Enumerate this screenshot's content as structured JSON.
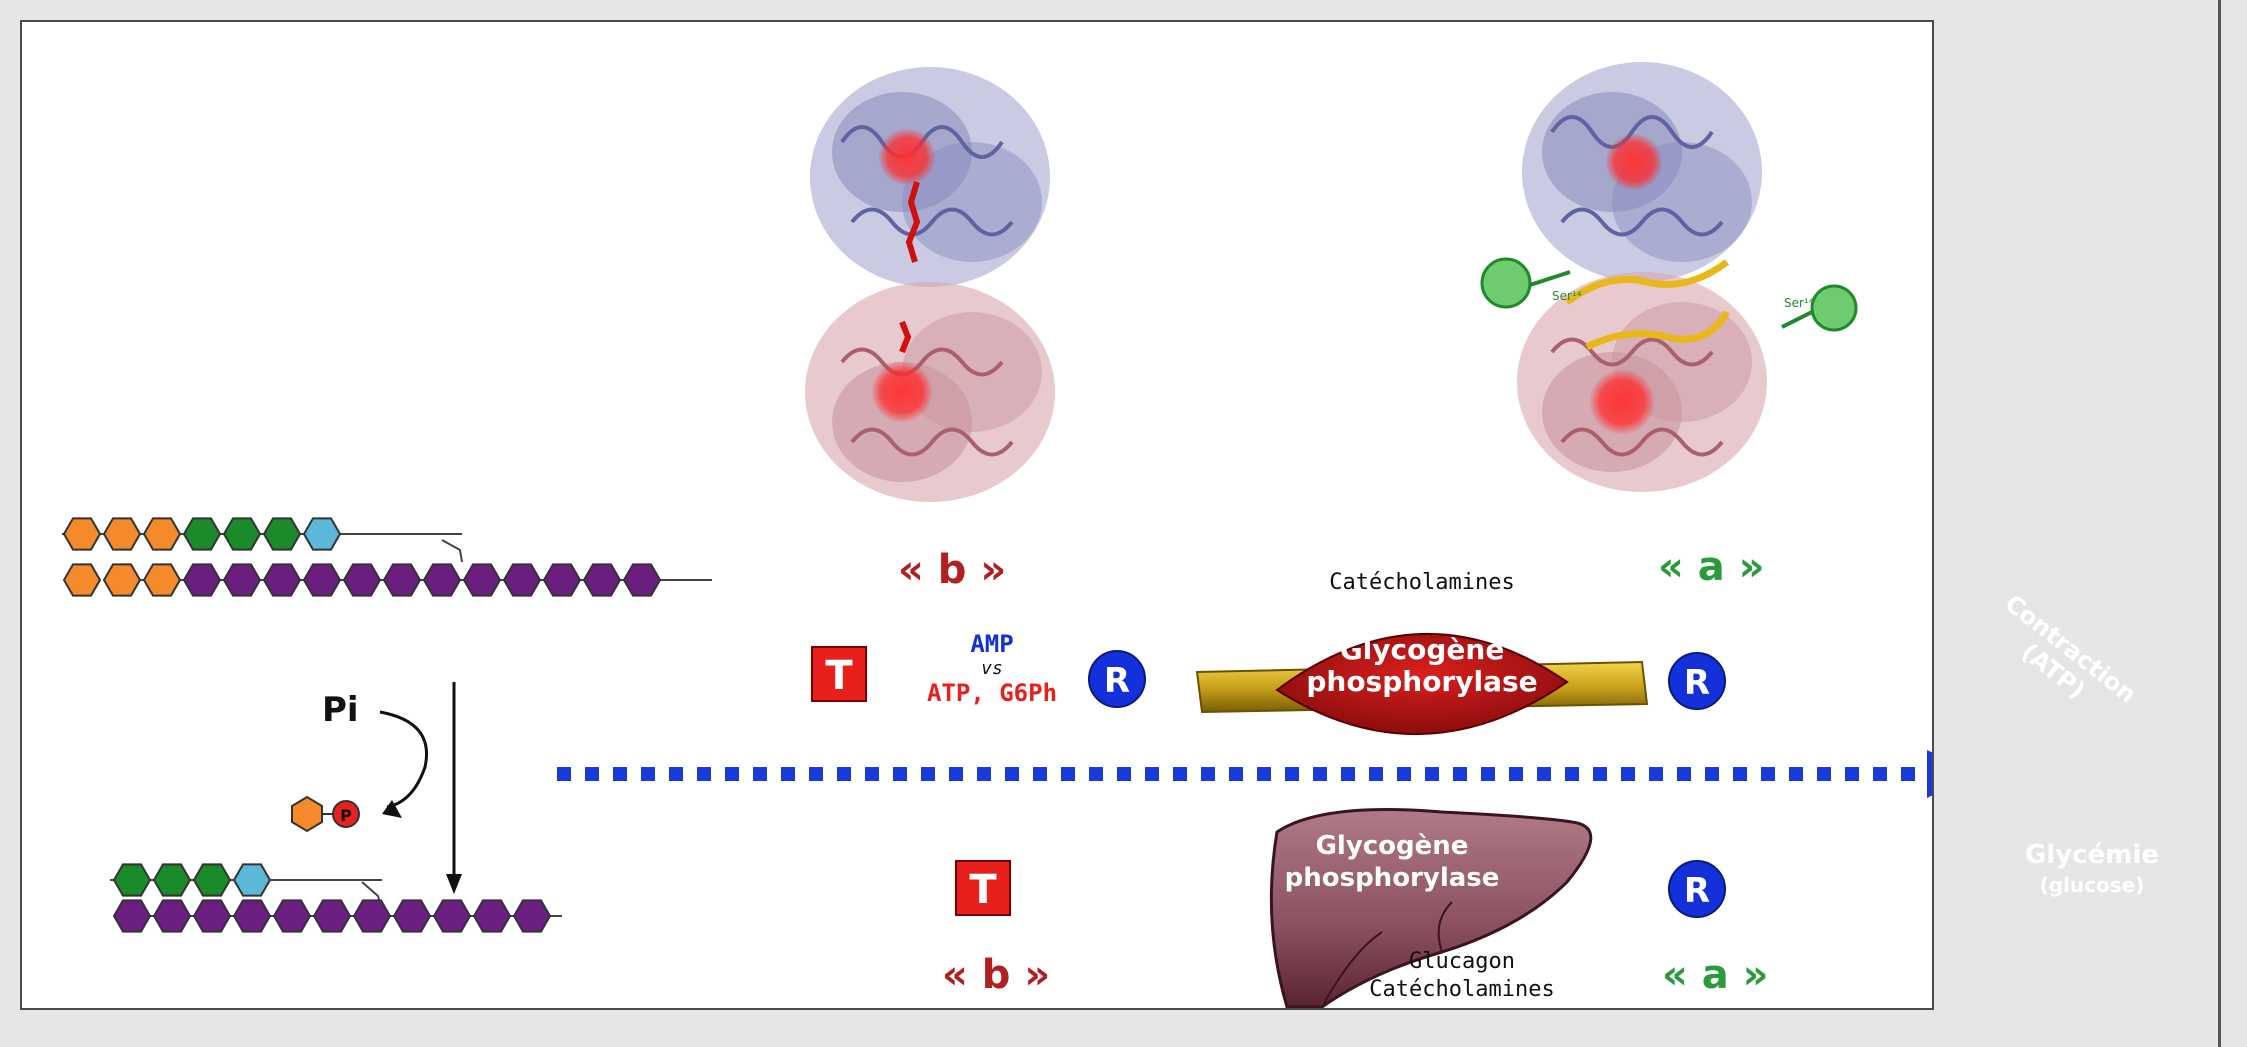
{
  "labels": {
    "b_top": "« b »",
    "a_top": "« a »",
    "b_bottom": "« b »",
    "a_bottom": "« a »",
    "T": "T",
    "R": "R",
    "pi": "Pi",
    "p": "P",
    "ser": "Ser¹⁴"
  },
  "effectors": {
    "amp": "AMP",
    "vs": "vs",
    "atp_g6ph": "ATP, G6Ph"
  },
  "muscle": {
    "catecholamines": "Catécholamines",
    "enzyme_line1": "Glycogène",
    "enzyme_line2": "phosphorylase",
    "contraction": "Contraction",
    "atp": "(ATP)"
  },
  "liver": {
    "enzyme_line1": "Glycogène",
    "enzyme_line2": "phosphorylase",
    "glucagon": "Glucagon",
    "catecholamines": "Catécholamines",
    "glycemie": "Glycémie",
    "glucose": "(glucose)"
  },
  "colors": {
    "orange": "#f48a2a",
    "green": "#1a8a2a",
    "cyan": "#5bb8d8",
    "purple": "#6a1f80",
    "arrow_blue": "#1a3adc",
    "t_red": "#e8201c",
    "r_blue": "#1430d8"
  }
}
